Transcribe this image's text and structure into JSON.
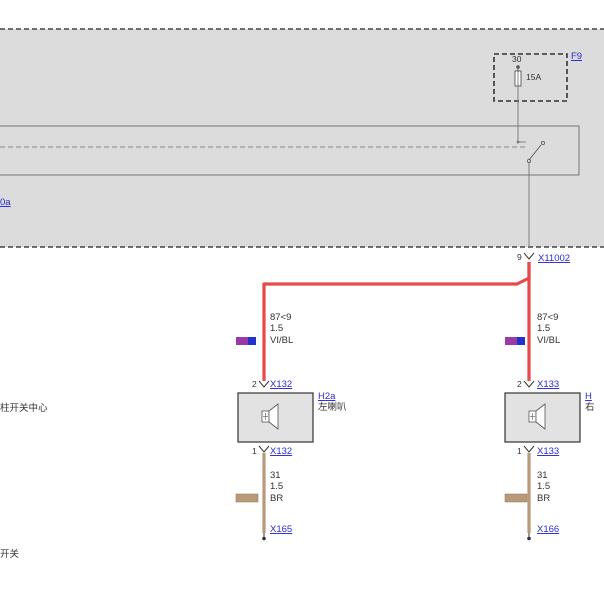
{
  "module": {
    "link_partial": "0a",
    "fuse": {
      "pin": "30",
      "rating": "15A",
      "id": "F9"
    },
    "connector": {
      "pin": "9",
      "id": "X11002"
    }
  },
  "side_labels": {
    "left_mid": "柱开关中心",
    "left_bottom": "开关"
  },
  "wire_red": {
    "left": {
      "signal": "87<9",
      "gauge": "1.5",
      "color_code": "VI/BL"
    },
    "right": {
      "signal": "87<9",
      "gauge": "1.5",
      "color_code": "VI/BL"
    }
  },
  "speakers": {
    "left": {
      "top_pin": "2",
      "top_conn": "X132",
      "bottom_pin": "1",
      "bottom_conn": "X132",
      "id": "H2a",
      "name": "左喇叭"
    },
    "right": {
      "top_pin": "2",
      "top_conn": "X133",
      "bottom_pin": "1",
      "bottom_conn": "X133",
      "id_partial": "H",
      "name_partial": "右"
    }
  },
  "wire_brown": {
    "left": {
      "signal": "31",
      "gauge": "1.5",
      "color_code": "BR"
    },
    "right": {
      "signal": "31",
      "gauge": "1.5",
      "color_code": "BR"
    }
  },
  "ground": {
    "left": "X165",
    "right": "X166"
  },
  "colors": {
    "module_fill": "#dcdcdc",
    "wire_red": "#e64a4a",
    "wire_brown": "#b99a78",
    "wire_violet": "#9a3aa6",
    "wire_blue": "#2233cc",
    "speaker_fill": "#e2e2e2",
    "link": "#2a2ad8"
  }
}
